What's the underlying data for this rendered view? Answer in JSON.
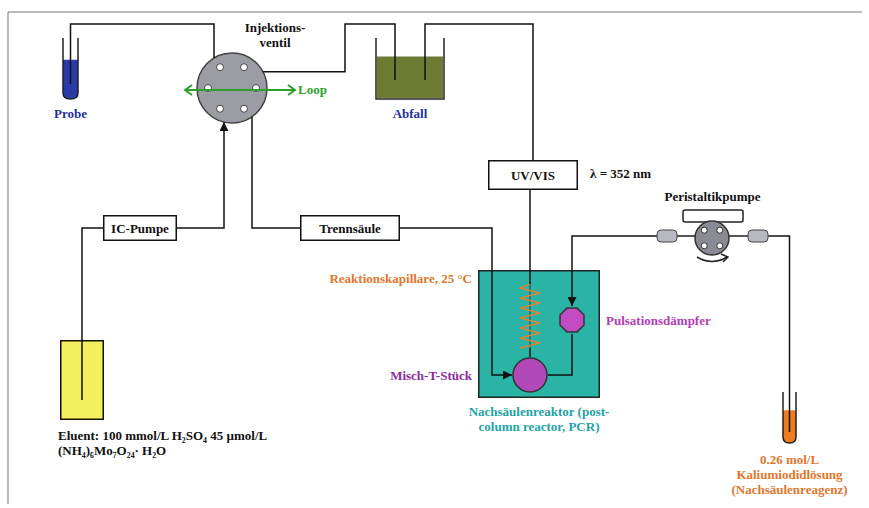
{
  "diagram": {
    "nodes": [
      {
        "text": [
          "Probe"
        ]
      },
      {
        "text": [
          "Injektions- ventil"
        ]
      },
      {
        "text": [
          "Abfall"
        ]
      },
      {
        "text": [
          "UV/VIS"
        ]
      },
      {
        "text": [
          "IC-Pumpe"
        ]
      },
      {
        "text": [
          "Trennsäule"
        ]
      },
      {
        "text": [
          "Peristaltikpumpe"
        ]
      },
      {
        "text": [
          "Eluent: 100 mmol/L H₂SO₄ 45 µmol/L (NH₄)₆Mo₇O₂₄· H₂O"
        ]
      },
      {
        "text": [
          "Nachsäulenreaktor (post-column reactor, PCR)"
        ]
      },
      {
        "text": [
          "Reaktionskapillare, 25 °C"
        ],
        "in": 8
      },
      {
        "text": [
          "Pulsationsdämpfer"
        ],
        "in": 8
      },
      {
        "text": [
          "Misch-T-Stück"
        ],
        "in": 8
      },
      {
        "text": [
          "0.26 mol/L Kaliumiodidlösung (Nachsäulenreagenz)"
        ]
      }
    ],
    "edges": [
      {
        "from": 0,
        "to": 1,
        "arrow": "none"
      },
      {
        "from": 1,
        "to": 2,
        "arrow": "none"
      },
      {
        "from": 3,
        "to": 2,
        "arrow": "none"
      },
      {
        "from": 7,
        "to": 4,
        "arrow": "none"
      },
      {
        "from": 4,
        "to": 1,
        "arrow": "to"
      },
      {
        "from": 1,
        "to": 5,
        "arrow": "none"
      },
      {
        "from": 5,
        "to": 11,
        "arrow": "to"
      },
      {
        "from": 11,
        "to": 9,
        "arrow": "none"
      },
      {
        "from": 9,
        "to": 3,
        "arrow": "none"
      },
      {
        "from": 12,
        "to": 6,
        "arrow": "none"
      },
      {
        "from": 6,
        "to": 10,
        "arrow": "to"
      },
      {
        "from": 10,
        "to": 11,
        "arrow": "none"
      }
    ],
    "labels": [
      "Loop",
      "λ = 352 nm"
    ]
  }
}
